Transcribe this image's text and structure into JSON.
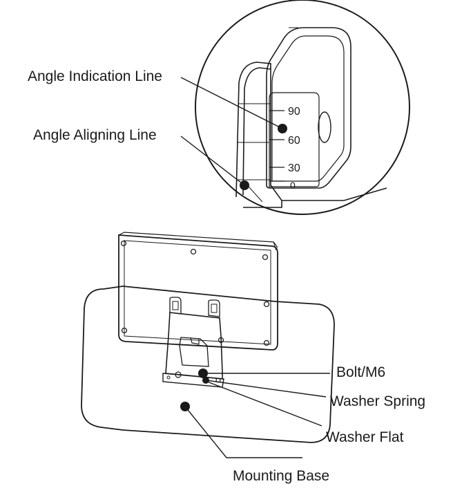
{
  "labels": {
    "angle_indication_line": "Angle Indication Line",
    "angle_aligning_line": "Angle Aligning Line",
    "bolt": "Bolt/M6",
    "washer_spring": "Washer Spring",
    "washer_flat": "Washer Flat",
    "mounting_base": "Mounting Base"
  },
  "scale": {
    "mark_90": "90",
    "mark_60": "60",
    "mark_30": "30",
    "mark_0": "0"
  },
  "colors": {
    "line": "#1a1a1a",
    "background": "#ffffff"
  }
}
